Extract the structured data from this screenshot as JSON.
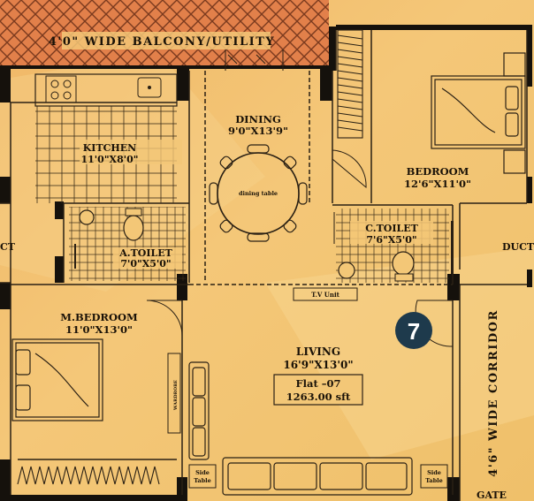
{
  "plan": {
    "balcony_label": "4'0\" WIDE BALCONY/UTILITY",
    "rooms": {
      "kitchen": {
        "name": "KITCHEN",
        "size": "11'0\"X8'0\""
      },
      "dining": {
        "name": "DINING",
        "size": "9'0\"X13'9\""
      },
      "bedroom": {
        "name": "BEDROOM",
        "size": "12'6\"X11'0\""
      },
      "a_toilet": {
        "name": "A.TOILET",
        "size": "7'0\"X5'0\""
      },
      "c_toilet": {
        "name": "C.TOILET",
        "size": "7'6\"X5'0\""
      },
      "m_bedroom": {
        "name": "M.BEDROOM",
        "size": "11'0\"X13'0\""
      },
      "living": {
        "name": "LIVING",
        "size": "16'9\"X13'0\""
      }
    },
    "flat_label": "Flat –07",
    "area": "1263.00 sft",
    "flat_number": "7",
    "corridor_label": "4'6\" WIDE CORRIDOR",
    "gate_label": "GATE",
    "duct_label": "DUCT",
    "left_edge_label": "CT",
    "dining_table_label": "dining table",
    "tv_unit_label": "T.V Unit",
    "side_table_label_line1": "Side",
    "side_table_label_line2": "Table",
    "wardrobe_label": "WARDROBE"
  },
  "colors": {
    "background": "#f3c777",
    "wall": "#15110c",
    "balcony_fill": "#e07a45",
    "badge": "#1e3a4c"
  }
}
